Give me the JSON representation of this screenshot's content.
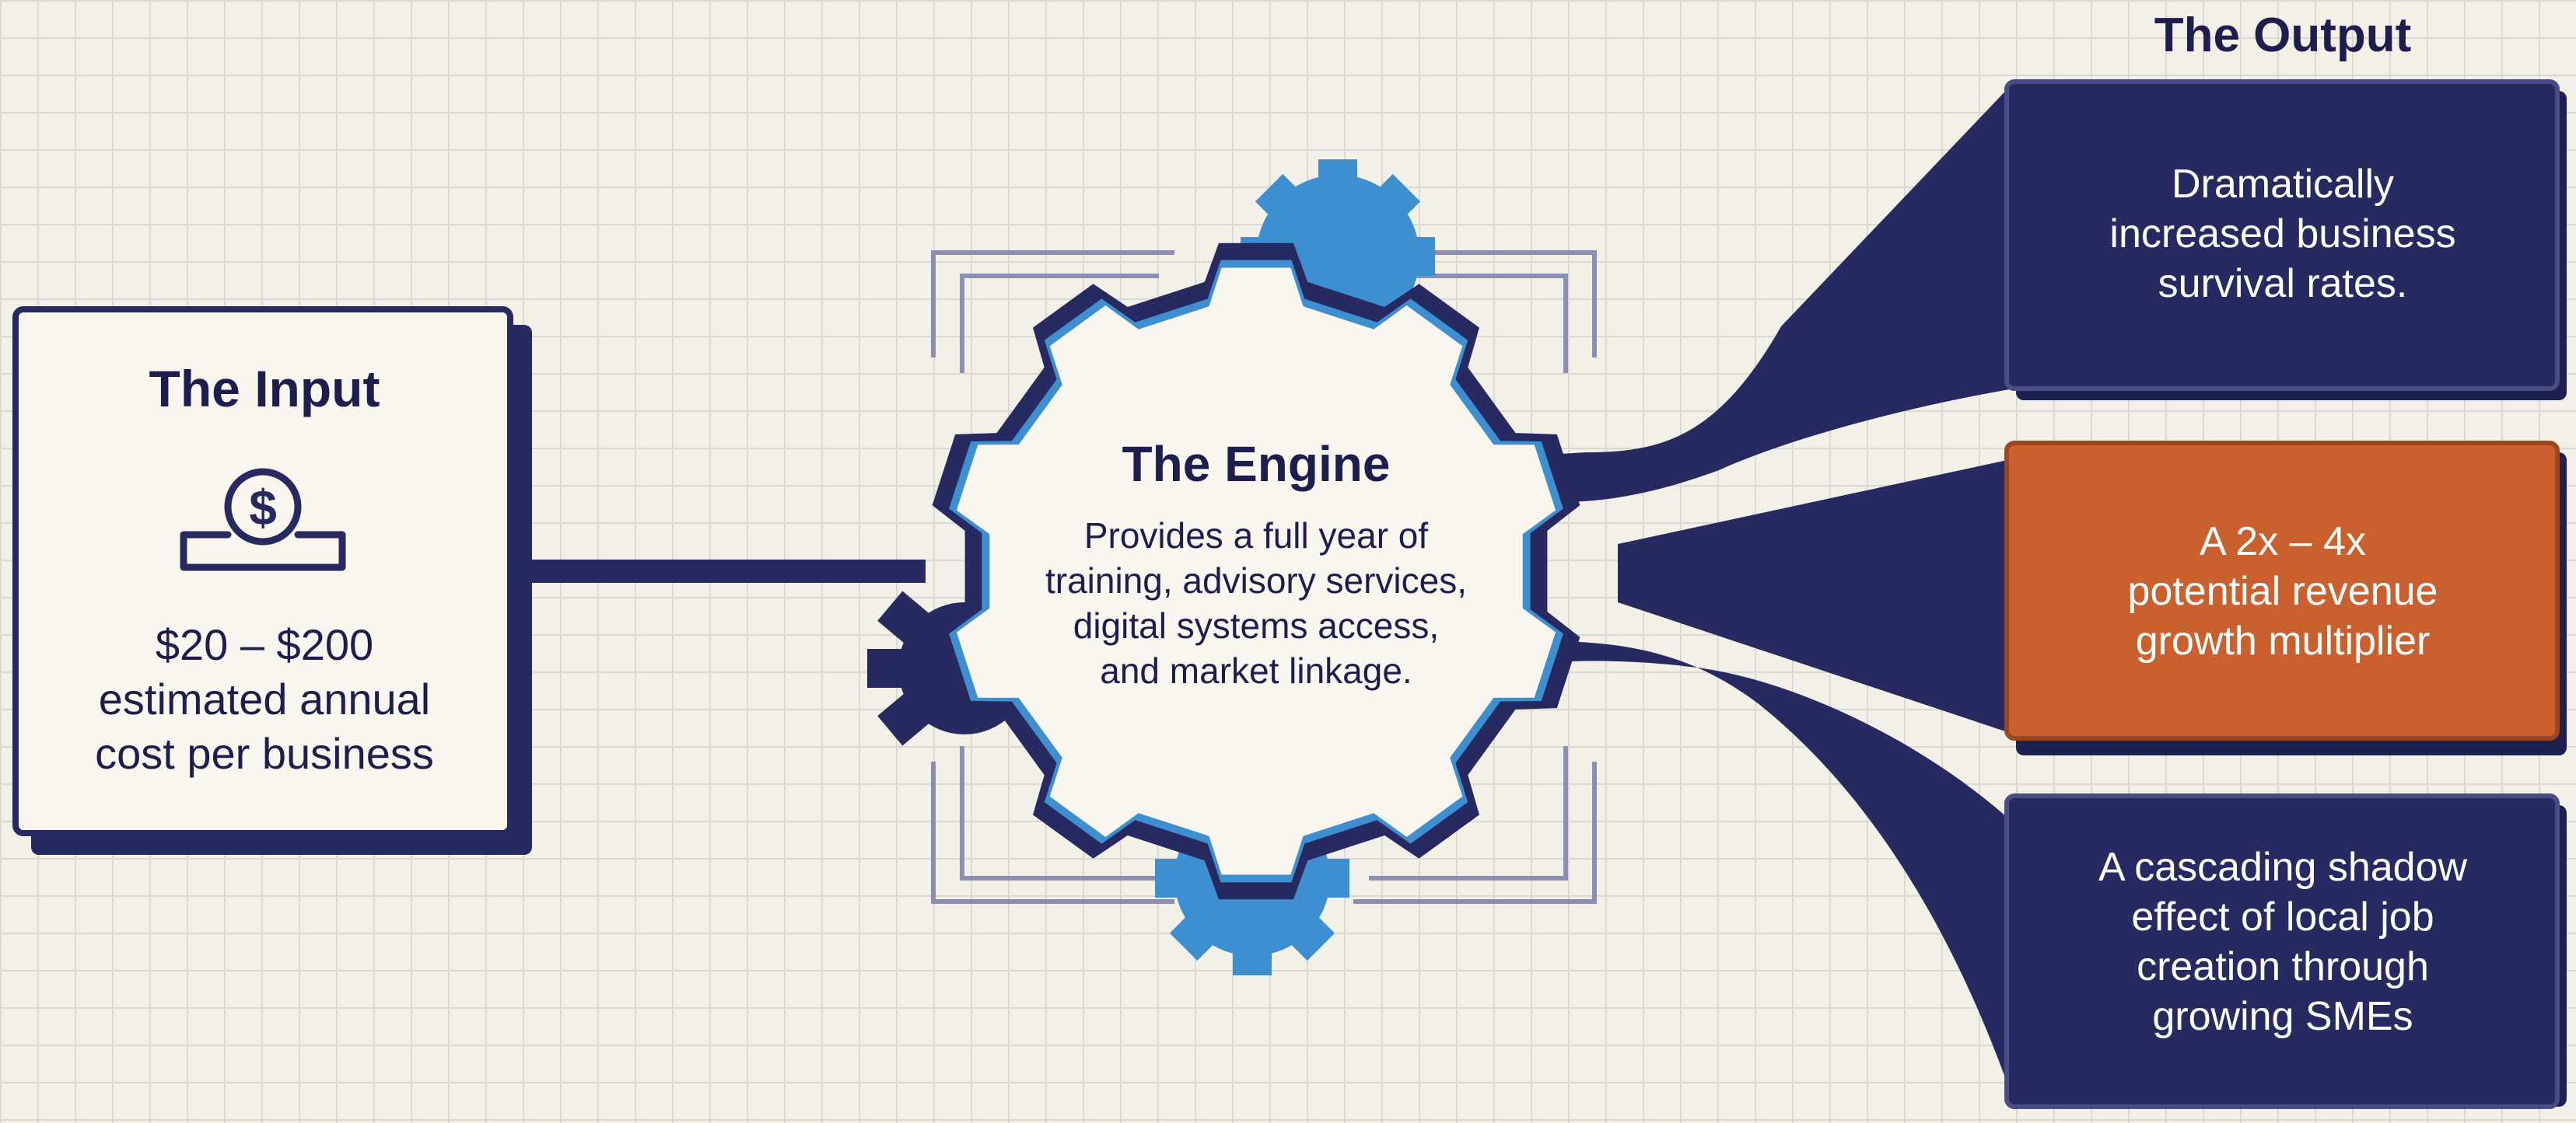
{
  "input": {
    "heading": "The Input",
    "icon": "coin-slot-icon",
    "lines": [
      "$20 – $200",
      "estimated annual",
      "cost per business"
    ]
  },
  "engine": {
    "heading": "The Engine",
    "icon": "gear-icon",
    "lines": [
      "Provides a full year of",
      "training, advisory services,",
      "digital systems access,",
      "and market linkage."
    ]
  },
  "output": {
    "heading": "The Output",
    "items": [
      {
        "lines": [
          "Dramatically",
          "increased business",
          "survival rates."
        ]
      },
      {
        "lines": [
          "A 2x – 4x",
          "potential revenue",
          "growth multiplier"
        ],
        "highlight": true
      },
      {
        "lines": [
          "A cascading shadow",
          "effect of local job",
          "creation through",
          "growing SMEs"
        ]
      }
    ]
  },
  "colors": {
    "navy": "#272a61",
    "orange": "#c9602e",
    "blue": "#3d8fcf",
    "background": "#f3f0e7"
  }
}
